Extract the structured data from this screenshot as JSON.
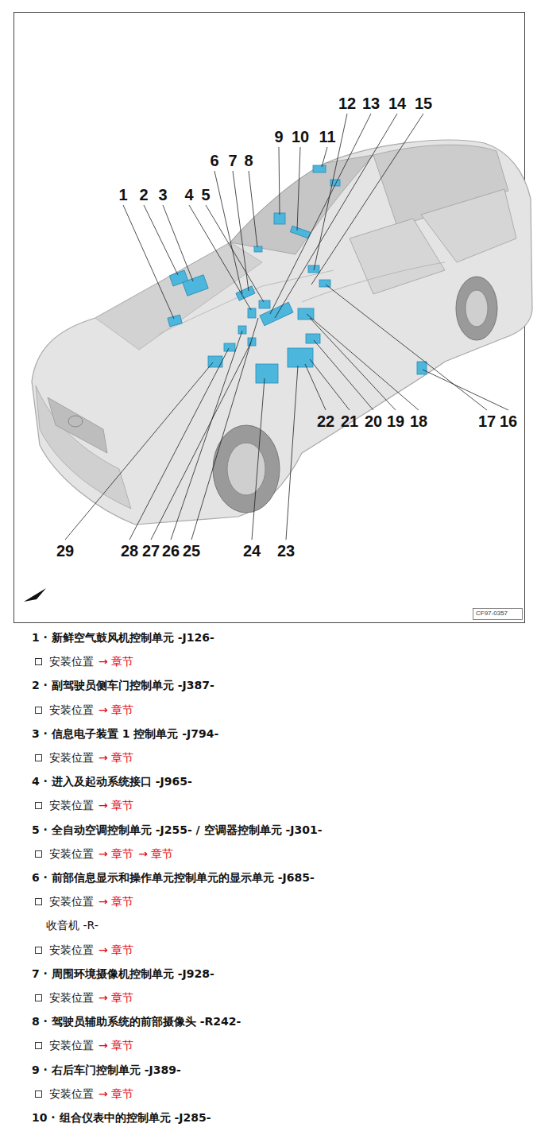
{
  "diagram": {
    "labels": [
      "12",
      "13",
      "14",
      "15",
      "9",
      "10",
      "11",
      "6",
      "7",
      "8",
      "1",
      "2",
      "3",
      "4",
      "5",
      "22",
      "21",
      "20",
      "19",
      "18",
      "17",
      "16",
      "29",
      "28",
      "27",
      "26",
      "25",
      "24",
      "23",
      "CF97-0357",
      "1 · 新鲜空气鼓风机控制单元 -J126-",
      "安装位置",
      "→ 章节",
      "2 · 副驾驶员侧车门控制单元 -J387-",
      "安装位置",
      "→ 章节",
      "3 · 信息电子装置 1 控制单元 -J794-",
      "安装位置",
      "→ 章节",
      "4 · 进入及起动系统接口 -J965-",
      "安装位置",
      "→ 章节",
      "5 · 全自动空调控制单元 -J255- / 空调器控制单元 -J301-",
      "安装位置",
      "→ 章节",
      "→ 章节",
      "6 · 前部信息显示和操作单元控制单元的显示单元 -J685-",
      "安装位置",
      "→ 章节",
      "收音机 -R-",
      "安装位置",
      "→ 章节",
      "7 · 周围环境摄像机控制单元 -J928-",
      "安装位置",
      "→ 章节",
      "8 · 驾驶员辅助系统的前部摄像头 -R242-",
      "安装位置",
      "→ 章节",
      "9 · 右后车门控制单元 -J389-",
      "安装位置",
      "→ 章节",
      "10 · 组合仪表中的控制单元 -J285-"
    ]
  }
}
